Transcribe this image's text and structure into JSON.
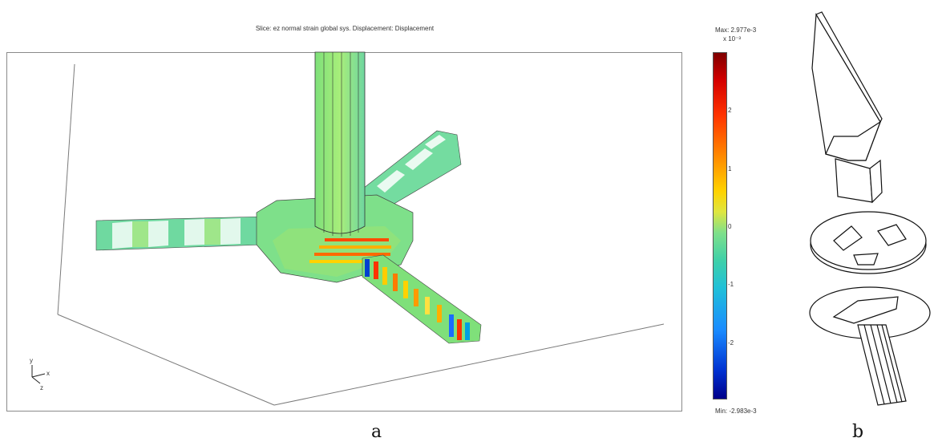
{
  "plot_title": "Slice: ez normal strain global sys.   Displacement: Displacement",
  "colorbar": {
    "max_label": "Max: 2.977e-3",
    "exponent_label": "x 10⁻³",
    "min_label": "Min: -2.983e-3",
    "ticks": [
      "2",
      "1",
      "0",
      "-1",
      "-2"
    ]
  },
  "axes_triad": {
    "y": "y",
    "x": "x",
    "z": "z"
  },
  "captions": {
    "a": "a",
    "b": "b"
  }
}
